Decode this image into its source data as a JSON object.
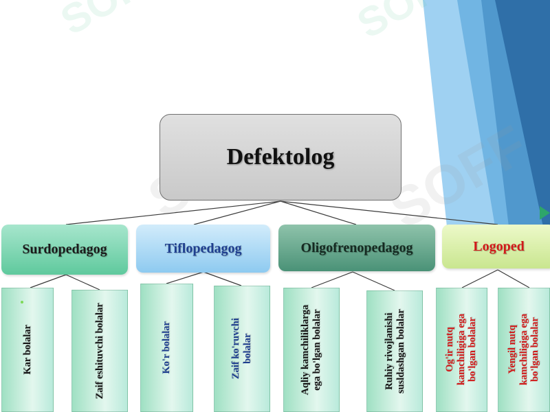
{
  "root": {
    "label": "Defektolog"
  },
  "categories": [
    {
      "label": "Surdopedagog",
      "children": [
        "Kar bolalar",
        "Zaif eshituvchi bolalar"
      ]
    },
    {
      "label": "Tiflopedagog",
      "children": [
        "Ko'r bolalar",
        "Zaif ko'ruvchi\nbolalar"
      ]
    },
    {
      "label": "Oligofrenopedagog",
      "children": [
        "Aqliy kamchiliklarga\nega bo'lgan bolalar",
        "Ruhiy rivojlanishi\nsusldashgan bolalar"
      ]
    },
    {
      "label": "Logoped",
      "children": [
        "Og'ir nutq\nkamchiligiga ega\nbo'lgan bolalar",
        "Yengil nutq\nkamchiligiga ega\nbo'lgan bolalar"
      ]
    }
  ],
  "watermark": "SOFF",
  "colors": {
    "surdo": "#5fc99d",
    "tiflo": "#8ecaf0",
    "oligo": "#4a9277",
    "logoped": "#c9e68f",
    "logoped_text": "#d21a1a",
    "tiflo_text": "#1f3f8f",
    "root": "#d6d6d6"
  }
}
